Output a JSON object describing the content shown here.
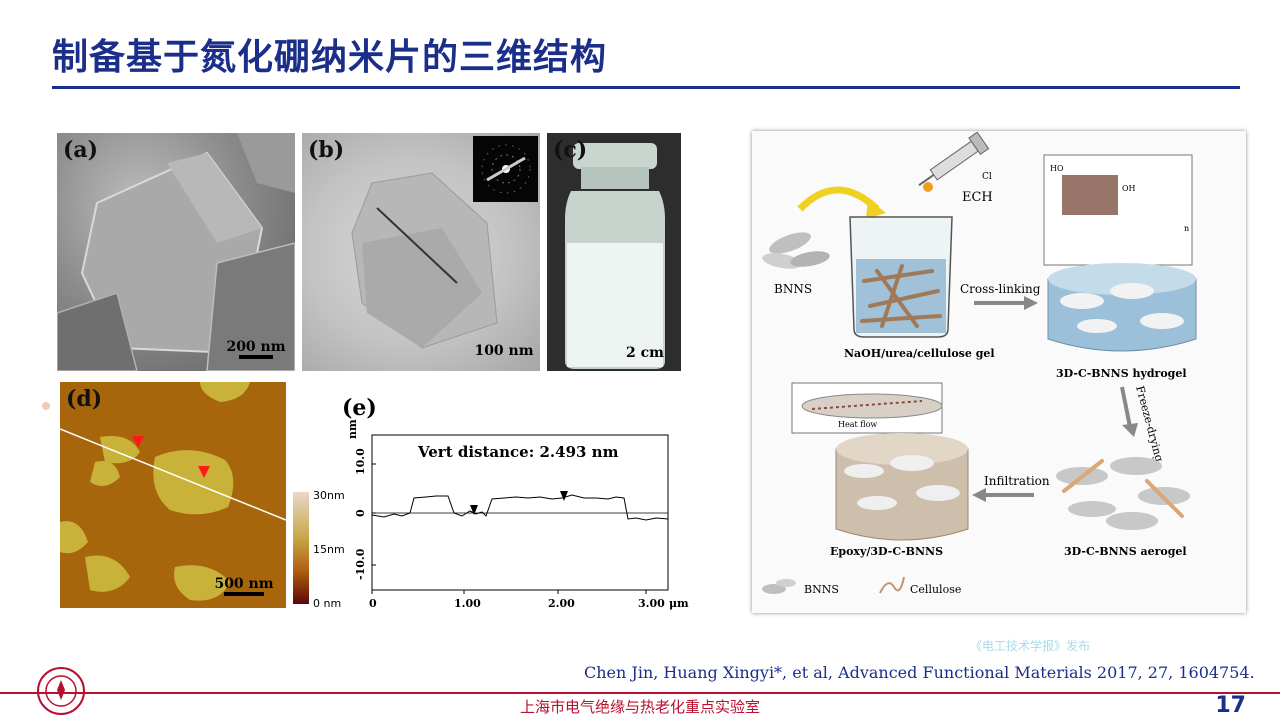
{
  "slide": {
    "title": "制备基于氮化硼纳米片的三维结构",
    "citation": "Chen Jin, Huang Xingyi*, et al, Advanced Functional Materials 2017, 27, 1604754.",
    "footer": "上海市电气绝缘与热老化重点实验室",
    "page_number": "17",
    "watermark": "《电工技术学报》发布",
    "accent_color": "#1a2e8a",
    "footer_color": "#b8102e"
  },
  "panels": {
    "a": {
      "label": "(a)",
      "scale": "200 nm"
    },
    "b": {
      "label": "(b)",
      "scale": "100 nm"
    },
    "c": {
      "label": "(c)",
      "scale": "2 cm"
    },
    "d": {
      "label": "(d)",
      "scale": "500 nm",
      "colorbar": [
        "30nm",
        "15nm",
        "0 nm"
      ]
    },
    "e": {
      "label": "(e)",
      "annotation": "Vert distance: 2.493 nm",
      "yunit": "nm",
      "xunit": "μm",
      "yticks": [
        "10.0",
        "0",
        "-10.0"
      ],
      "xticks": [
        "0",
        "1.00",
        "2.00",
        "3.00"
      ]
    }
  },
  "scheme": {
    "bnns": "BNNS",
    "ech": "ECH",
    "gel": "NaOH/urea/cellulose gel",
    "crosslinking": "Cross-linking",
    "hydrogel": "3D-C-BNNS hydrogel",
    "freeze": "Freeze-drying",
    "aerogel": "3D-C-BNNS aerogel",
    "infiltration": "Infiltration",
    "epoxy": "Epoxy/3D-C-BNNS",
    "heatflow": "Heat flow",
    "legend_bnns": "BNNS",
    "legend_cellulose": "Cellulose",
    "cl": "Cl",
    "ho": "HO",
    "oh": "OH",
    "n": "n"
  }
}
